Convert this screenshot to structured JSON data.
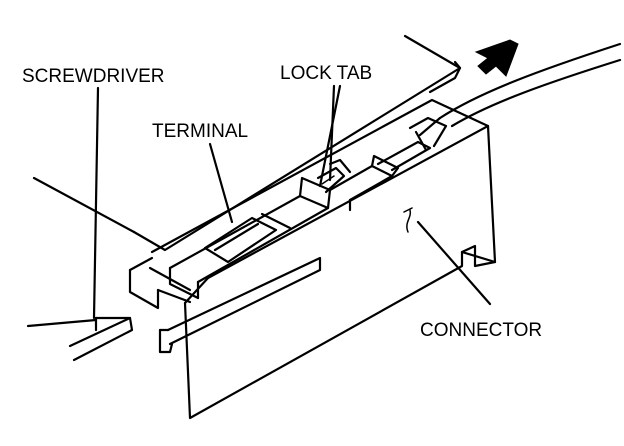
{
  "labels": {
    "screwdriver": "SCREWDRIVER",
    "lock_tab": "LOCK TAB",
    "terminal": "TERMINAL",
    "connector": "CONNECTOR"
  },
  "colors": {
    "ink": "#000000",
    "paper": "#ffffff"
  },
  "icons": {
    "pull_direction": "arrow-up-right-icon"
  }
}
